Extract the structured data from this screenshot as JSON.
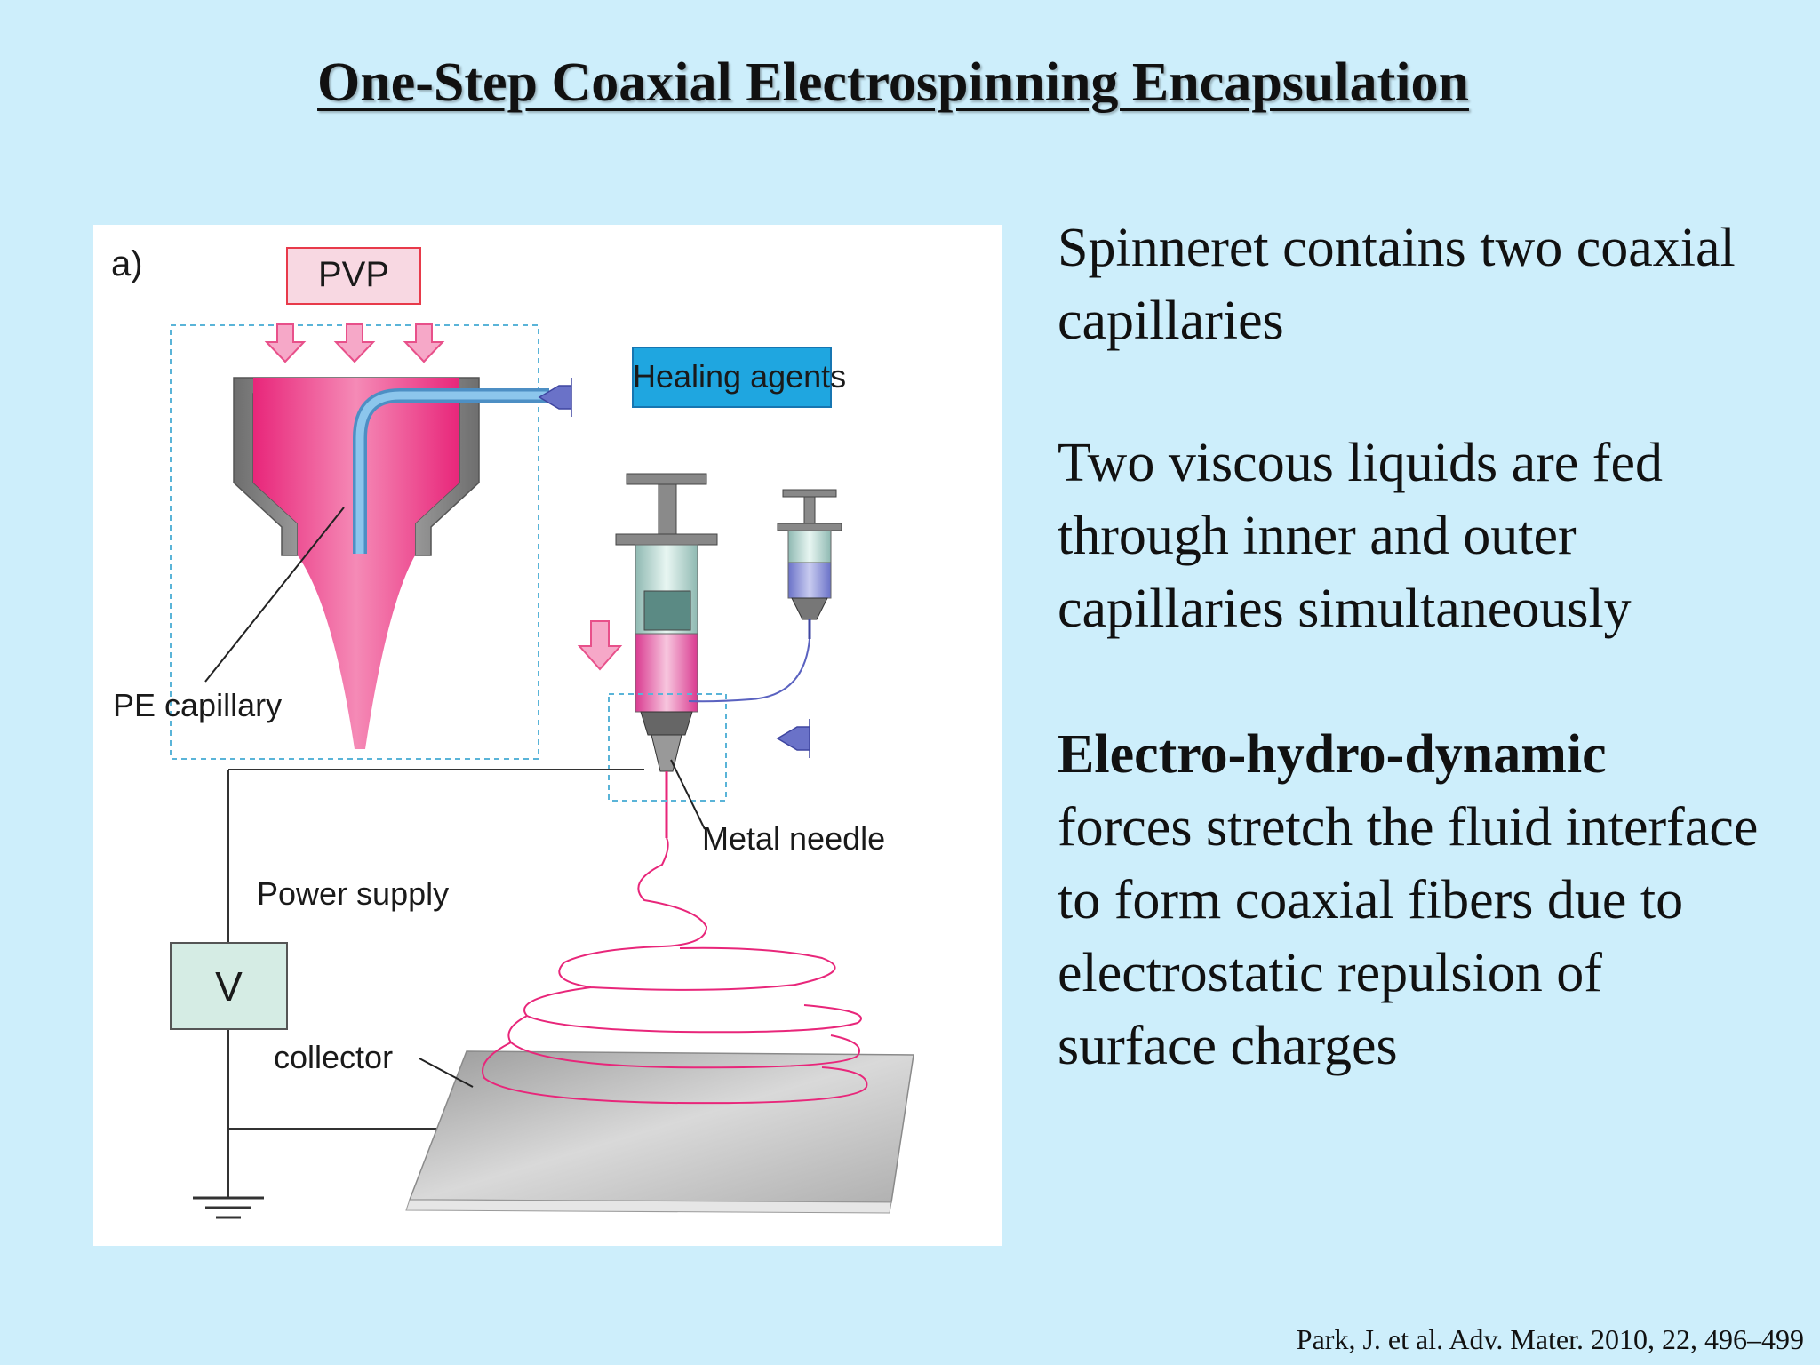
{
  "slide": {
    "title": "One-Step Coaxial Electrospinning Encapsulation",
    "citation": "Park, J. et al. Adv. Mater. 2010, 22, 496–499"
  },
  "figure": {
    "panel_label": "a)",
    "pvp_label": "PVP",
    "healing_agents_label": "Healing agents",
    "pe_capillary_label": "PE capillary",
    "metal_needle_label": "Metal needle",
    "power_supply_label": "Power supply",
    "voltage_label": "V",
    "collector_label": "collector",
    "colors": {
      "pvp_pink": "#e8267a",
      "healing_blue": "#1fa6e0",
      "capillary_blue": "#6ab4e0",
      "meter_green": "#d5ece4",
      "collector_gray": "#c8c8c8"
    }
  },
  "text": {
    "para1": "Spinneret contains two coaxial capillaries",
    "para2": "Two viscous liquids are fed through inner and outer capillaries simultaneously",
    "para3_bold": "Electro-hydro-dynamic",
    "para3_rest": "forces stretch the fluid interface to form coaxial fibers due to electrostatic repulsion of surface charges"
  }
}
